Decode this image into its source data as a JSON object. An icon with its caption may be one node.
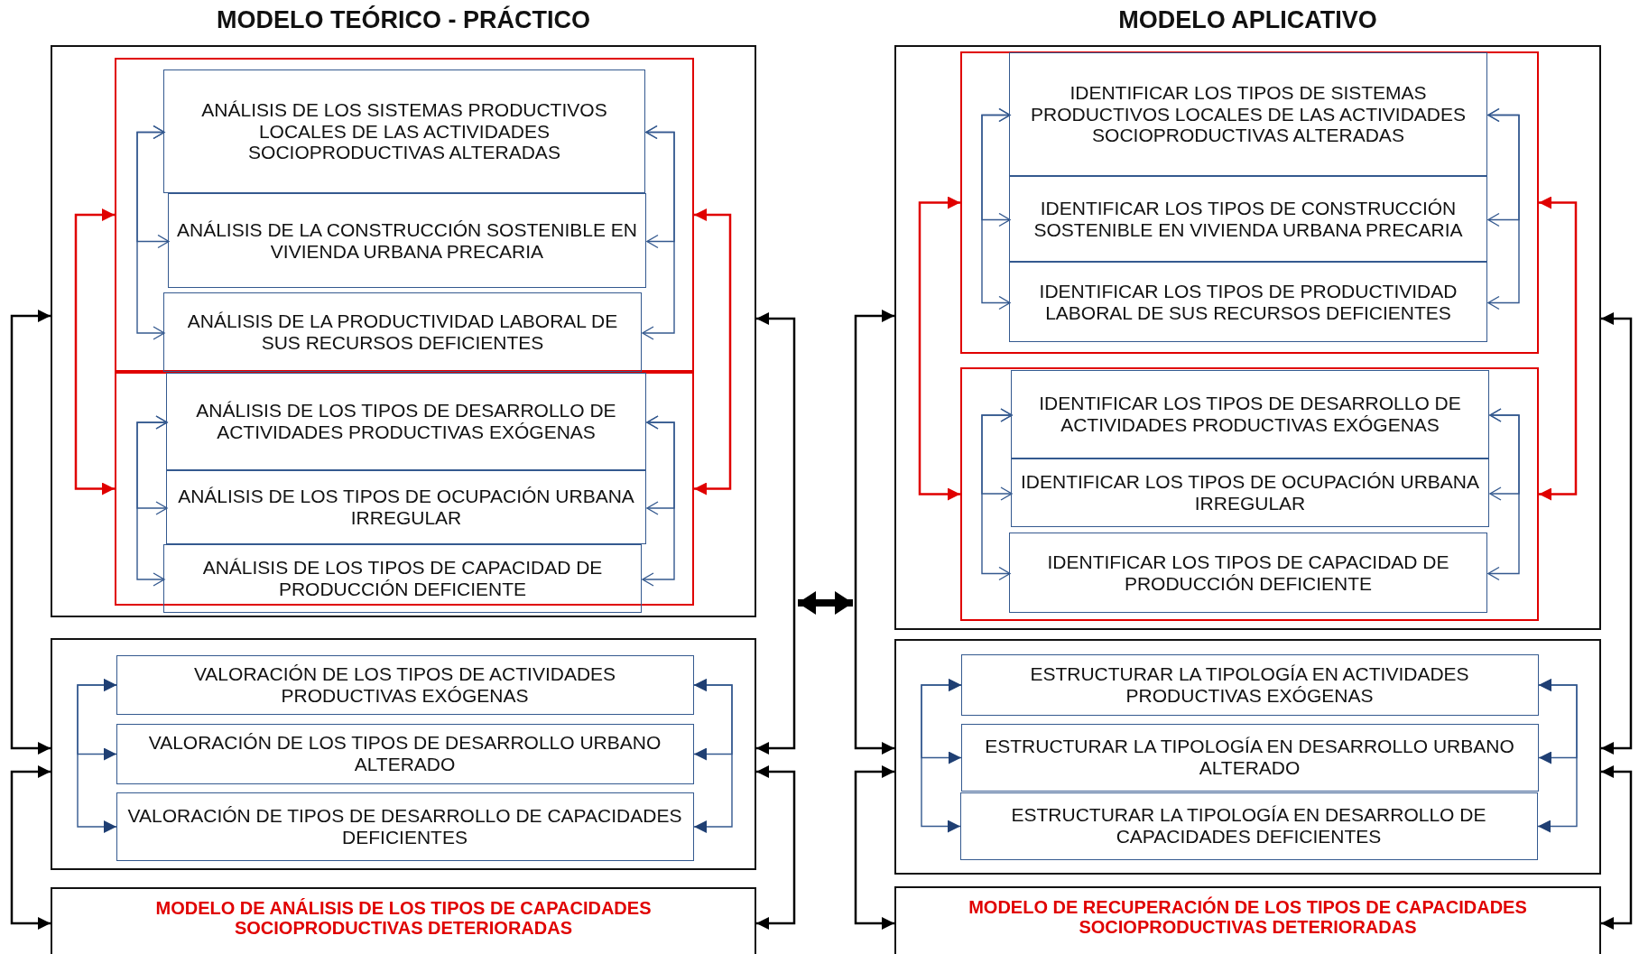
{
  "diagram": {
    "nodes": [
      {
        "text": [],
        "shape": "box"
      },
      {
        "text": [],
        "shape": "box",
        "in": 0
      },
      {
        "text": [
          "ANÁLISIS DE LOS SISTEMAS PRODUCTIVOS LOCALES DE LAS ACTIVIDADES SOCIOPRODUCTIVAS ALTERADAS"
        ],
        "in": 1
      },
      {
        "text": [
          "ANÁLISIS DE LA CONSTRUCCIÓN SOSTENIBLE EN VIVIENDA URBANA PRECARIA"
        ],
        "in": 1
      },
      {
        "text": [
          "ANÁLISIS DE LA PRODUCTIVIDAD LABORAL DE SUS RECURSOS DEFICIENTES"
        ],
        "in": 1
      },
      {
        "text": [],
        "shape": "box",
        "in": 0
      },
      {
        "text": [
          "ANÁLISIS DE LOS TIPOS DE DESARROLLO DE ACTIVIDADES PRODUCTIVAS EXÓGENAS"
        ],
        "in": 5
      },
      {
        "text": [
          "ANÁLISIS DE LOS TIPOS DE OCUPACIÓN URBANA IRREGULAR"
        ],
        "in": 5
      },
      {
        "text": [
          "ANÁLISIS DE LOS TIPOS DE CAPACIDAD DE PRODUCCIÓN DEFICIENTE"
        ],
        "in": 5
      },
      {
        "text": [],
        "shape": "box"
      },
      {
        "text": [
          "VALORACIÓN DE LOS TIPOS DE ACTIVIDADES PRODUCTIVAS EXÓGENAS"
        ],
        "in": 9
      },
      {
        "text": [
          "VALORACIÓN DE LOS TIPOS DE DESARROLLO URBANO ALTERADO"
        ],
        "in": 9
      },
      {
        "text": [
          "VALORACIÓN DE TIPOS DE DESARROLLO DE CAPACIDADES DEFICIENTES"
        ],
        "in": 9
      },
      {
        "text": [
          "MODELO DE ANÁLISIS DE LOS TIPOS DE CAPACIDADES SOCIOPRODUCTIVAS DETERIORADAS"
        ]
      },
      {
        "text": [],
        "shape": "box"
      },
      {
        "text": [],
        "shape": "box",
        "in": 14
      },
      {
        "text": [
          "IDENTIFICAR LOS TIPOS DE SISTEMAS PRODUCTIVOS LOCALES DE LAS ACTIVIDADES SOCIOPRODUCTIVAS ALTERADAS"
        ],
        "in": 15
      },
      {
        "text": [
          "IDENTIFICAR LOS TIPOS DE CONSTRUCCIÓN SOSTENIBLE EN VIVIENDA URBANA PRECARIA"
        ],
        "in": 15
      },
      {
        "text": [
          "IDENTIFICAR LOS TIPOS DE PRODUCTIVIDAD LABORAL DE SUS RECURSOS DEFICIENTES"
        ],
        "in": 15
      },
      {
        "text": [],
        "shape": "box",
        "in": 14
      },
      {
        "text": [
          "IDENTIFICAR LOS TIPOS DE DESARROLLO DE ACTIVIDADES PRODUCTIVAS EXÓGENAS"
        ],
        "in": 19
      },
      {
        "text": [
          "IDENTIFICAR LOS TIPOS DE OCUPACIÓN URBANA IRREGULAR"
        ],
        "in": 19
      },
      {
        "text": [
          "IDENTIFICAR LOS TIPOS DE CAPACIDAD DE PRODUCCIÓN DEFICIENTE"
        ],
        "in": 19
      },
      {
        "text": [],
        "shape": "box"
      },
      {
        "text": [
          "ESTRUCTURAR LA TIPOLOGÍA EN ACTIVIDADES PRODUCTIVAS EXÓGENAS"
        ],
        "in": 23
      },
      {
        "text": [
          "ESTRUCTURAR LA TIPOLOGÍA EN DESARROLLO URBANO ALTERADO"
        ],
        "in": 23
      },
      {
        "text": [
          "ESTRUCTURAR LA TIPOLOGÍA EN DESARROLLO DE CAPACIDADES DEFICIENTES"
        ],
        "in": 23
      },
      {
        "text": [
          "MODELO DE RECUPERACIÓN DE LOS TIPOS DE CAPACIDADES SOCIOPRODUCTIVAS DETERIORADAS"
        ]
      }
    ],
    "edges": [
      {
        "from": 0,
        "to": 14,
        "arrow": "both",
        "style": "thick",
        "color": "#000000"
      },
      {
        "from": 0,
        "to": 9,
        "arrow": "both",
        "color": "#000000"
      },
      {
        "from": 9,
        "to": 13,
        "arrow": "both",
        "color": "#000000"
      },
      {
        "from": 0,
        "to": 9,
        "arrow": "both",
        "color": "#000000"
      },
      {
        "from": 9,
        "to": 13,
        "arrow": "both",
        "color": "#000000"
      },
      {
        "from": 14,
        "to": 23,
        "arrow": "both",
        "color": "#000000"
      },
      {
        "from": 23,
        "to": 27,
        "arrow": "both",
        "color": "#000000"
      },
      {
        "from": 14,
        "to": 23,
        "arrow": "both",
        "color": "#000000"
      },
      {
        "from": 23,
        "to": 27,
        "arrow": "both",
        "color": "#000000"
      },
      {
        "from": 1,
        "to": 5,
        "arrow": "both",
        "color": "#e00000"
      },
      {
        "from": 1,
        "to": 5,
        "arrow": "both",
        "color": "#e00000"
      },
      {
        "from": 15,
        "to": 19,
        "arrow": "both",
        "color": "#e00000"
      },
      {
        "from": 15,
        "to": 19,
        "arrow": "both",
        "color": "#e00000"
      },
      {
        "from": 2,
        "to": 3,
        "arrow": "both"
      },
      {
        "from": 2,
        "to": 4,
        "arrow": "both"
      },
      {
        "from": 2,
        "to": 3,
        "arrow": "both"
      },
      {
        "from": 2,
        "to": 4,
        "arrow": "both"
      },
      {
        "from": 6,
        "to": 7,
        "arrow": "both"
      },
      {
        "from": 6,
        "to": 8,
        "arrow": "both"
      },
      {
        "from": 6,
        "to": 7,
        "arrow": "both"
      },
      {
        "from": 6,
        "to": 8,
        "arrow": "both"
      },
      {
        "from": 10,
        "to": 11,
        "arrow": "both"
      },
      {
        "from": 10,
        "to": 12,
        "arrow": "both"
      },
      {
        "from": 10,
        "to": 11,
        "arrow": "both"
      },
      {
        "from": 10,
        "to": 12,
        "arrow": "both"
      },
      {
        "from": 16,
        "to": 17,
        "arrow": "both"
      },
      {
        "from": 16,
        "to": 18,
        "arrow": "both"
      },
      {
        "from": 16,
        "to": 17,
        "arrow": "both"
      },
      {
        "from": 16,
        "to": 18,
        "arrow": "both"
      },
      {
        "from": 20,
        "to": 21,
        "arrow": "both"
      },
      {
        "from": 20,
        "to": 22,
        "arrow": "both"
      },
      {
        "from": 20,
        "to": 21,
        "arrow": "both"
      },
      {
        "from": 20,
        "to": 22,
        "arrow": "both"
      },
      {
        "from": 24,
        "to": 25,
        "arrow": "both"
      },
      {
        "from": 24,
        "to": 26,
        "arrow": "both"
      },
      {
        "from": 24,
        "to": 25,
        "arrow": "both"
      },
      {
        "from": 24,
        "to": 26,
        "arrow": "both"
      }
    ],
    "labels": [
      "MODELO TEÓRICO - PRÁCTICO",
      "MODELO APLICATIVO"
    ]
  }
}
